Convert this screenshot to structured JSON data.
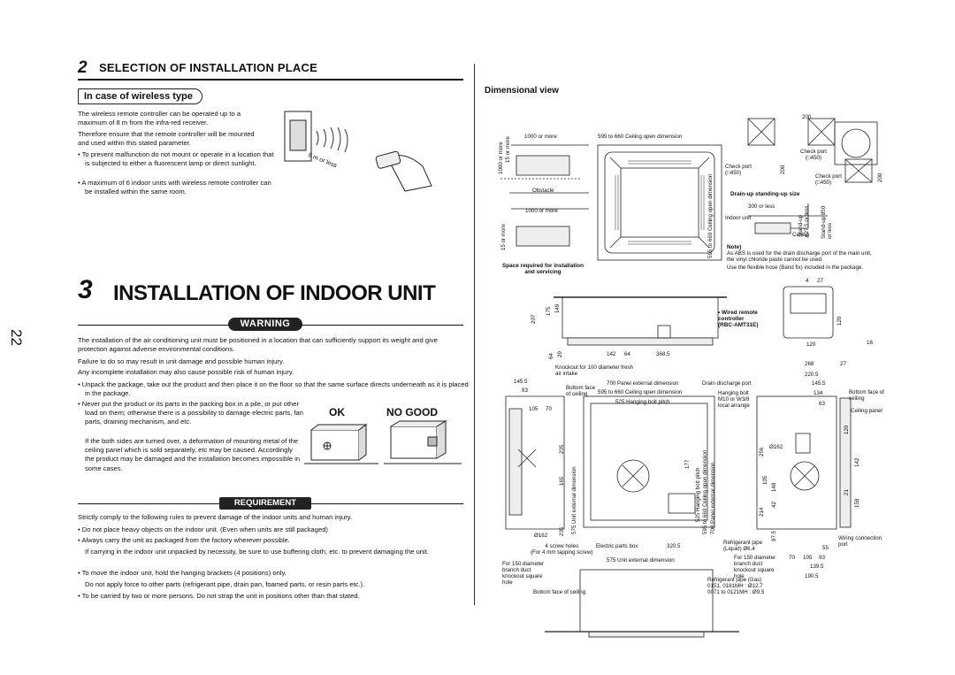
{
  "page_number": "22",
  "section2": {
    "number": "2",
    "title": "SELECTION OF INSTALLATION PLACE",
    "subheading": "In case of wireless type",
    "p1": "The wireless remote controller can be operated up to a maximum of 8 m from the infra-red receiver.",
    "p2": "Therefore ensure that the remote controller will be mounted and used within this stated parameter.",
    "bullet1": "To prevent malfunction do not mount or operate in a location that is subjected to either a fluorescent lamp or direct sunlight.",
    "bullet2": "A maximum of 6 indoor units with wireless remote controller can be installed within the same room.",
    "range_label": "8 m or less"
  },
  "section3": {
    "number": "3",
    "title": "INSTALLATION OF INDOOR UNIT",
    "warning_label": "WARNING",
    "warn_p1": "The installation of the air conditioning unit must be positioned in a location that can sufficiently support its weight and give protection against adverse environmental conditions.",
    "warn_p2": "Failure to do so may result in unit damage and possible human injury.",
    "warn_p3": "Any incomplete installation may also cause possible risk of human injury.",
    "warn_b1": "Unpack the package, take out the product and then place it on the floor so that the same surface directs underneath as it is placed in the package.",
    "warn_b2": "Never put the product or its parts in the packing box in a pile, or put other load on them; otherwise there is a possibility to damage electric parts, fan parts, draining mechanism, and etc.",
    "warn_b2b": "If the both sides are turned over, a deformation of mounting metal of the ceiling panel which is sold separately, etc may be caused. Accordingly the product may be damaged and the installation becomes impossible in some cases.",
    "ok_label": "OK",
    "nogood_label": "NO GOOD",
    "requirement_label": "REQUIREMENT",
    "req_p1": "Strictly comply to the following rules to prevent damage of the indoor units and human injury.",
    "req_b1": "Do not place heavy objects on the indoor unit. (Even when units are still packaged)",
    "req_b2": "Always carry the unit as packaged from the factory wherever possible.",
    "req_b2b": "If carrying in the indoor unit unpacked by necessity, be sure to use buffering cloth, etc. to prevent damaging the unit.",
    "req_b3": "To move the indoor unit, hold the hanging brackets (4 positions) only.",
    "req_b3b": "Do not apply force to other parts (refrigerant pipe, drain pan, foamed parts, or resin parts etc.).",
    "req_b4": "To be carried by two or more persons. Do not strap the unit in positions other than that stated."
  },
  "dimensional": {
    "title": "Dimensional view",
    "space_required": "Space required for installation and servicing",
    "obstacle": "Obstacle",
    "d1000_top": "1000 or more",
    "d1000_mid": "1000 or more",
    "d1000_v": "1000 or more",
    "d15_v1": "15 or more",
    "d15_v2": "15 or more",
    "ceiling_open_dim": "595 to 660 Ceiling open dimension",
    "ceiling_open_dim_v": "595 to 660 Ceiling open dimension",
    "check_port_1": "Check port",
    "check_port_1b": "(□450)",
    "check_port_2": "Check port",
    "check_port_2b": "(□450)",
    "check_port_3": "Check port",
    "check_port_3b": "(□450)",
    "d200_a": "200",
    "d200_b": "200",
    "d200_c": "200",
    "drain_title": "Drain-up standing-up size",
    "d300": "300 or less",
    "indoor_unit": "Indoor unit",
    "ceiling": "Ceiling",
    "standup_1": "Stand-up 850 or less",
    "standup_2": "Stand-up 627.5 or less",
    "note_title": "Note)",
    "note_1": "As ABS is used for the drain discharge port of the main unit, the vinyl chloride paste cannot be used.",
    "note_2": "Use the flexible hose (Band fix) included in the package.",
    "wired_remote": "Wired remote controller",
    "wired_model": "(RBC-AMT31E)",
    "d4": "4",
    "d27": "27",
    "d120_a": "120",
    "d120_b": "120",
    "d16": "16",
    "d207": "207",
    "d175": "175",
    "d149": "149",
    "d64_a": "64",
    "d29": "29",
    "d142_a": "142",
    "d64_b": "64",
    "d368": "368.5",
    "knockout_100": "Knockout for 100 diameter fresh air intake",
    "panel_ext": "700 Panel external dimension",
    "ceiling_open_2": "595 to 660 Ceiling open dimension",
    "hanging_pitch": "525 Hanging bolt pitch",
    "d145_left": "145.5",
    "d93_left": "93",
    "bottom_face_left": "Bottom face of ceiling",
    "d105_70_a": "105",
    "d105_70_b": "70",
    "d235_a": "235",
    "d165": "165",
    "d235_b": "235",
    "unit_ext_v": "575 Unit external dimension",
    "d177": "177",
    "hanging_pitch_v": "525 Hanging bolt pitch",
    "ceiling_open_v2": "595 to 660 Ceiling open dimension",
    "panel_ext_v": "700 Panel external dimension",
    "d162_a": "Ø162",
    "screw_holes": "4 screw holes",
    "screw_holes_b": "(For 4 mm tapping screw)",
    "electric_parts": "Electric parts box",
    "d320": "320.5",
    "unit_ext_h": "575 Unit external dimension",
    "knockout_150_l": "For 150 diameter branch duct knockout square hole",
    "bottom_face_bottom": "Bottom face of ceiling",
    "drain_port": "Drain discharge port",
    "hanging_bolt": "Hanging bolt M10 or W3/8 local arrange",
    "d268": "268",
    "d27b": "27",
    "d220": "220.5",
    "d145_right": "145.5",
    "d134": "134",
    "bottom_face_right": "Bottom face of ceiling",
    "d63": "63",
    "ceiling_panel": "Ceiling panel",
    "d120_c": "120",
    "d142_b": "142",
    "d256": "256",
    "d162_b": "Ø162",
    "d105_b": "105",
    "d148": "148",
    "d21": "21",
    "d158": "158",
    "d214": "214",
    "d42": "42",
    "d97": "97.5",
    "d55": "55",
    "wiring_conn": "Wiring connection port",
    "ref_liquid": "Refrigerant pipe (Liquid) Ø6.4",
    "for150_r": "For 150 diameter branch duct knockout square hole",
    "d70_b": "70",
    "d105_c": "105",
    "d93_b": "93",
    "d139": "139.5",
    "d190": "190.5",
    "ref_gas": "Refrigerant pipe (Gas)",
    "ref_gas_1": "0151, 0181MH   : Ø12.7",
    "ref_gas_2": "0071 to 0121MH : Ø9.5"
  }
}
